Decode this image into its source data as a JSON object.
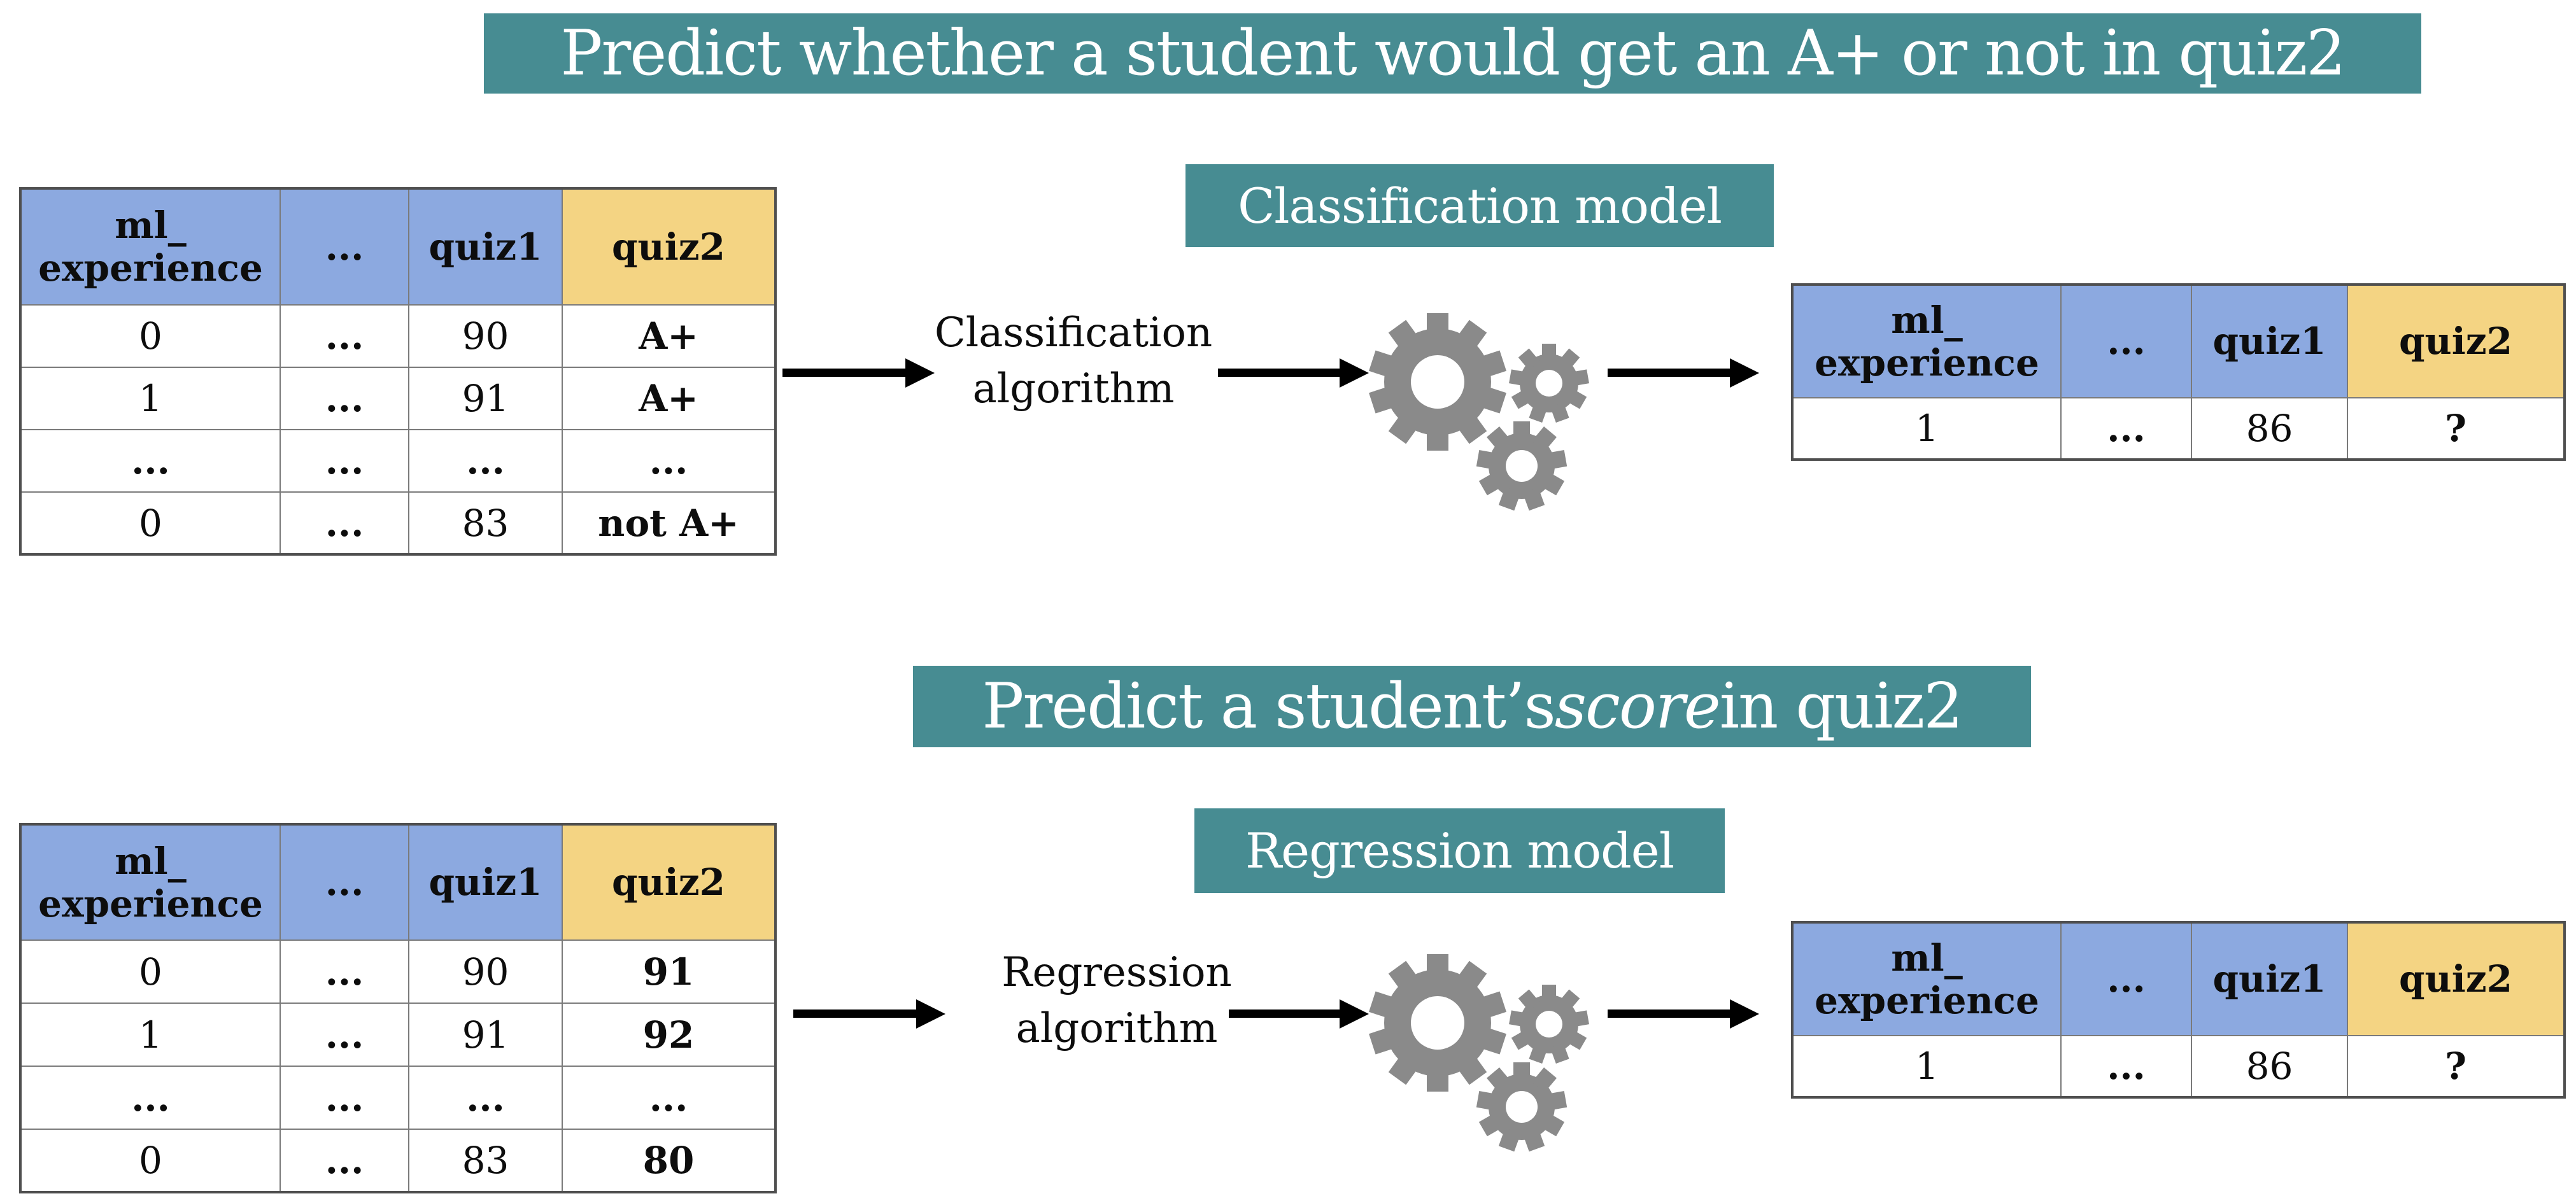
{
  "colors": {
    "teal_banner": "#478C92",
    "header_blue": "#8CA9E0",
    "header_tan": "#F4D483",
    "question_red": "#C9364C",
    "gear_gray": "#8A8A8A",
    "arrow_black": "#000000"
  },
  "classification": {
    "title_banner": "Predict whether a student would get an A+ or not in quiz2",
    "model_banner": "Classification model",
    "algorithm": {
      "line1": "Classification",
      "line2": "algorithm"
    },
    "input_table": {
      "headers": {
        "col1_line1": "ml_",
        "col1_line2": "experience",
        "col2": "...",
        "col3": "quiz1",
        "col4": "quiz2"
      },
      "rows": [
        [
          "0",
          "...",
          "90",
          "A+"
        ],
        [
          "1",
          "...",
          "91",
          "A+"
        ],
        [
          "...",
          "...",
          "...",
          "..."
        ],
        [
          "0",
          "...",
          "83",
          "not A+"
        ]
      ]
    },
    "output_table": {
      "headers": {
        "col1_line1": "ml_",
        "col1_line2": "experience",
        "col2": "...",
        "col3": "quiz1",
        "col4": "quiz2"
      },
      "rows": [
        [
          "1",
          "...",
          "86",
          "?"
        ]
      ]
    }
  },
  "regression": {
    "title_banner": {
      "prefix": "Predict a student’s ",
      "italic": "score",
      "suffix": " in quiz2"
    },
    "model_banner": "Regression model",
    "algorithm": {
      "line1": "Regression",
      "line2": "algorithm"
    },
    "input_table": {
      "headers": {
        "col1_line1": "ml_",
        "col1_line2": "experience",
        "col2": "...",
        "col3": "quiz1",
        "col4": "quiz2"
      },
      "rows": [
        [
          "0",
          "...",
          "90",
          "91"
        ],
        [
          "1",
          "...",
          "91",
          "92"
        ],
        [
          "...",
          "...",
          "...",
          "..."
        ],
        [
          "0",
          "...",
          "83",
          "80"
        ]
      ]
    },
    "output_table": {
      "headers": {
        "col1_line1": "ml_",
        "col1_line2": "experience",
        "col2": "...",
        "col3": "quiz1",
        "col4": "quiz2"
      },
      "rows": [
        [
          "1",
          "...",
          "86",
          "?"
        ]
      ]
    }
  }
}
